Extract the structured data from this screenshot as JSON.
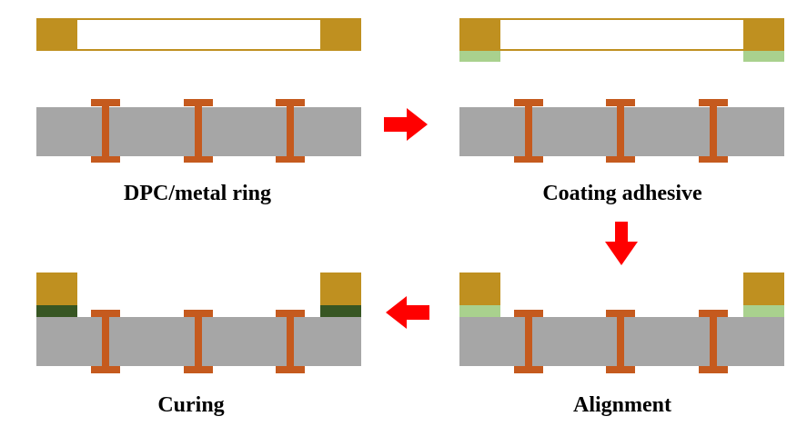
{
  "colors": {
    "background": "#ffffff",
    "substrate": "#a6a6a6",
    "via": "#c55a1e",
    "metal_ring": "#bf9020",
    "adhesive_uncured": "#a9d18e",
    "adhesive_cured": "#375623",
    "arrow": "#ff0000"
  },
  "steps": [
    {
      "caption": "DPC/metal ring"
    },
    {
      "caption": "Coating adhesive"
    },
    {
      "caption": "Alignment"
    },
    {
      "caption": "Curing"
    }
  ]
}
